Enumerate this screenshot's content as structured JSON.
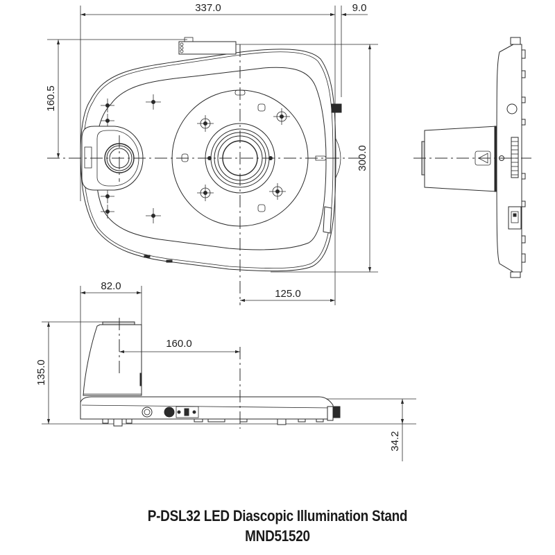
{
  "caption": {
    "title": "P-DSL32 LED Diascopic Illumination Stand",
    "model": "MND51520"
  },
  "dimensions": {
    "overall_width": "337.0",
    "knob_offset": "9.0",
    "depth_to_pillar_center": "160.5",
    "overall_depth": "300.0",
    "center_to_right_edge": "125.0",
    "pillar_width": "82.0",
    "pillar_to_stage_center": "160.0",
    "overall_height": "135.0",
    "base_height": "34.2"
  },
  "views": {
    "top": "top-view",
    "side": "right-side-view",
    "front": "front-view"
  },
  "colors": {
    "line": "#2a2a2a",
    "background": "#ffffff"
  }
}
